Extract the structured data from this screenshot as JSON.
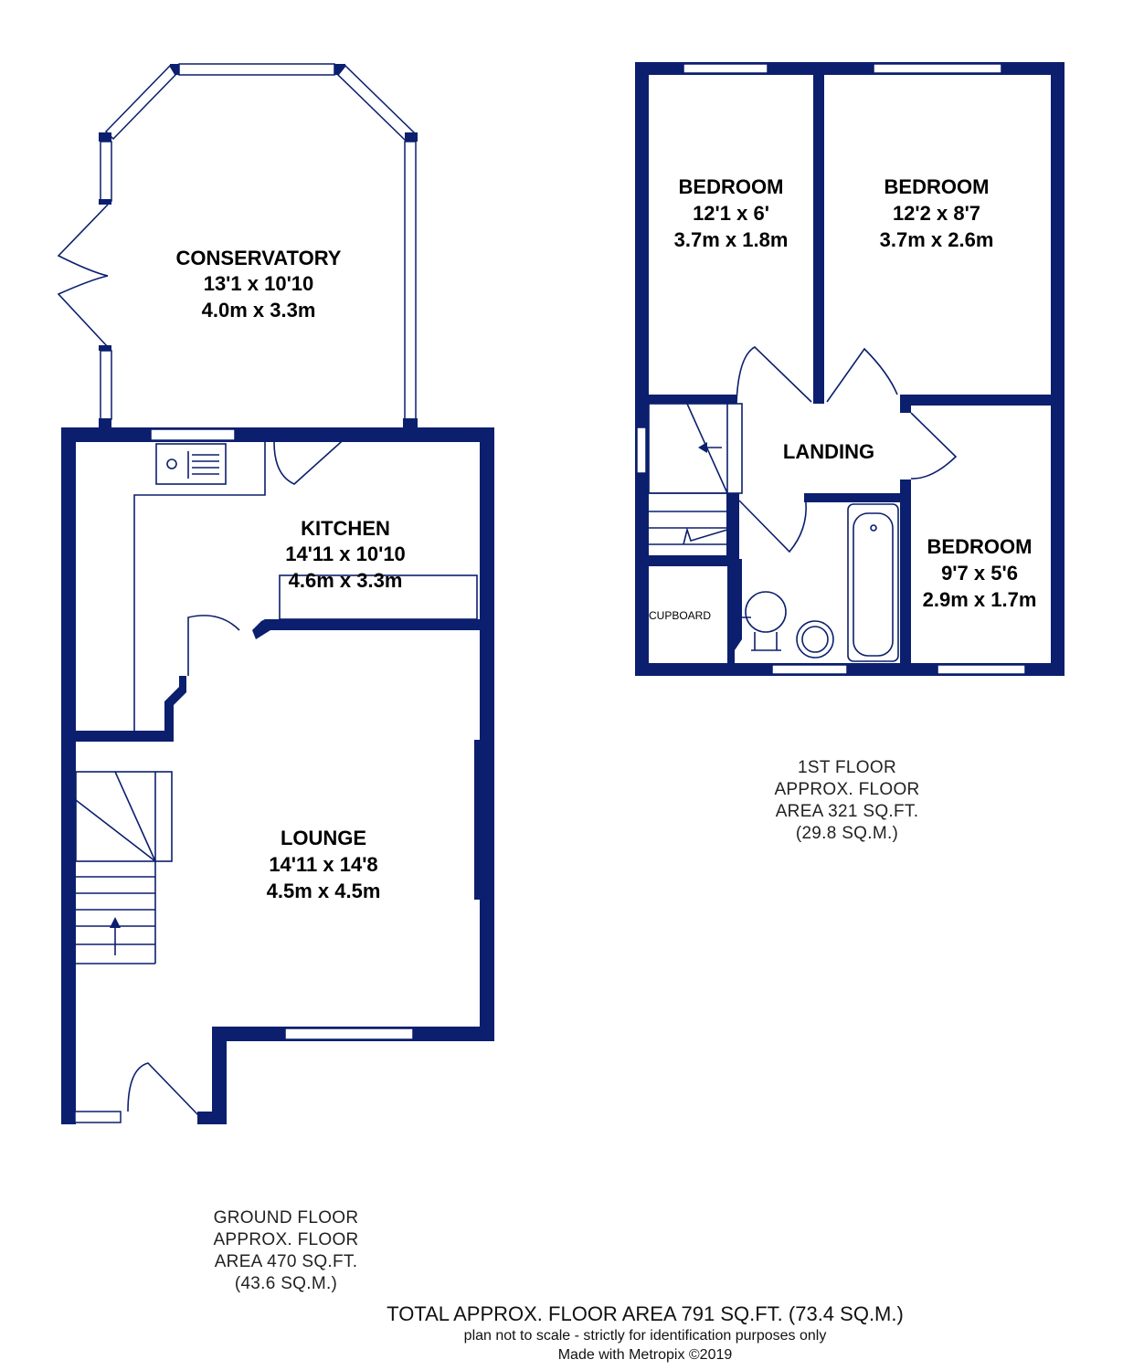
{
  "rooms": {
    "conservatory": {
      "name": "CONSERVATORY",
      "imperial": "13'1 x 10'10",
      "metric": "4.0m x 3.3m"
    },
    "kitchen": {
      "name": "KITCHEN",
      "imperial": "14'11 x 10'10",
      "metric": "4.6m x 3.3m"
    },
    "lounge": {
      "name": "LOUNGE",
      "imperial": "14'11 x 14'8",
      "metric": "4.5m x 4.5m"
    },
    "bedroom1": {
      "name": "BEDROOM",
      "imperial": "12'1 x 6'",
      "metric": "3.7m x 1.8m"
    },
    "bedroom2": {
      "name": "BEDROOM",
      "imperial": "12'2 x 8'7",
      "metric": "3.7m x 2.6m"
    },
    "bedroom3": {
      "name": "BEDROOM",
      "imperial": "9'7 x 5'6",
      "metric": "2.9m x 1.7m"
    },
    "landing": {
      "name": "LANDING"
    },
    "cupboard": {
      "name": "CUPBOARD"
    }
  },
  "ground_floor": {
    "line1": "GROUND FLOOR",
    "line2": "APPROX. FLOOR",
    "line3": "AREA 470 SQ.FT.",
    "line4": "(43.6 SQ.M.)"
  },
  "first_floor": {
    "line1": "1ST FLOOR",
    "line2": "APPROX. FLOOR",
    "line3": "AREA 321 SQ.FT.",
    "line4": "(29.8 SQ.M.)"
  },
  "footer": {
    "total": "TOTAL APPROX. FLOOR AREA 791 SQ.FT. (73.4 SQ.M.)",
    "disclaimer": "plan not to scale - strictly for identification purposes only",
    "credit": "Made with Metropix ©2019"
  },
  "colors": {
    "wall": "#0b1f6e",
    "background": "#ffffff"
  }
}
